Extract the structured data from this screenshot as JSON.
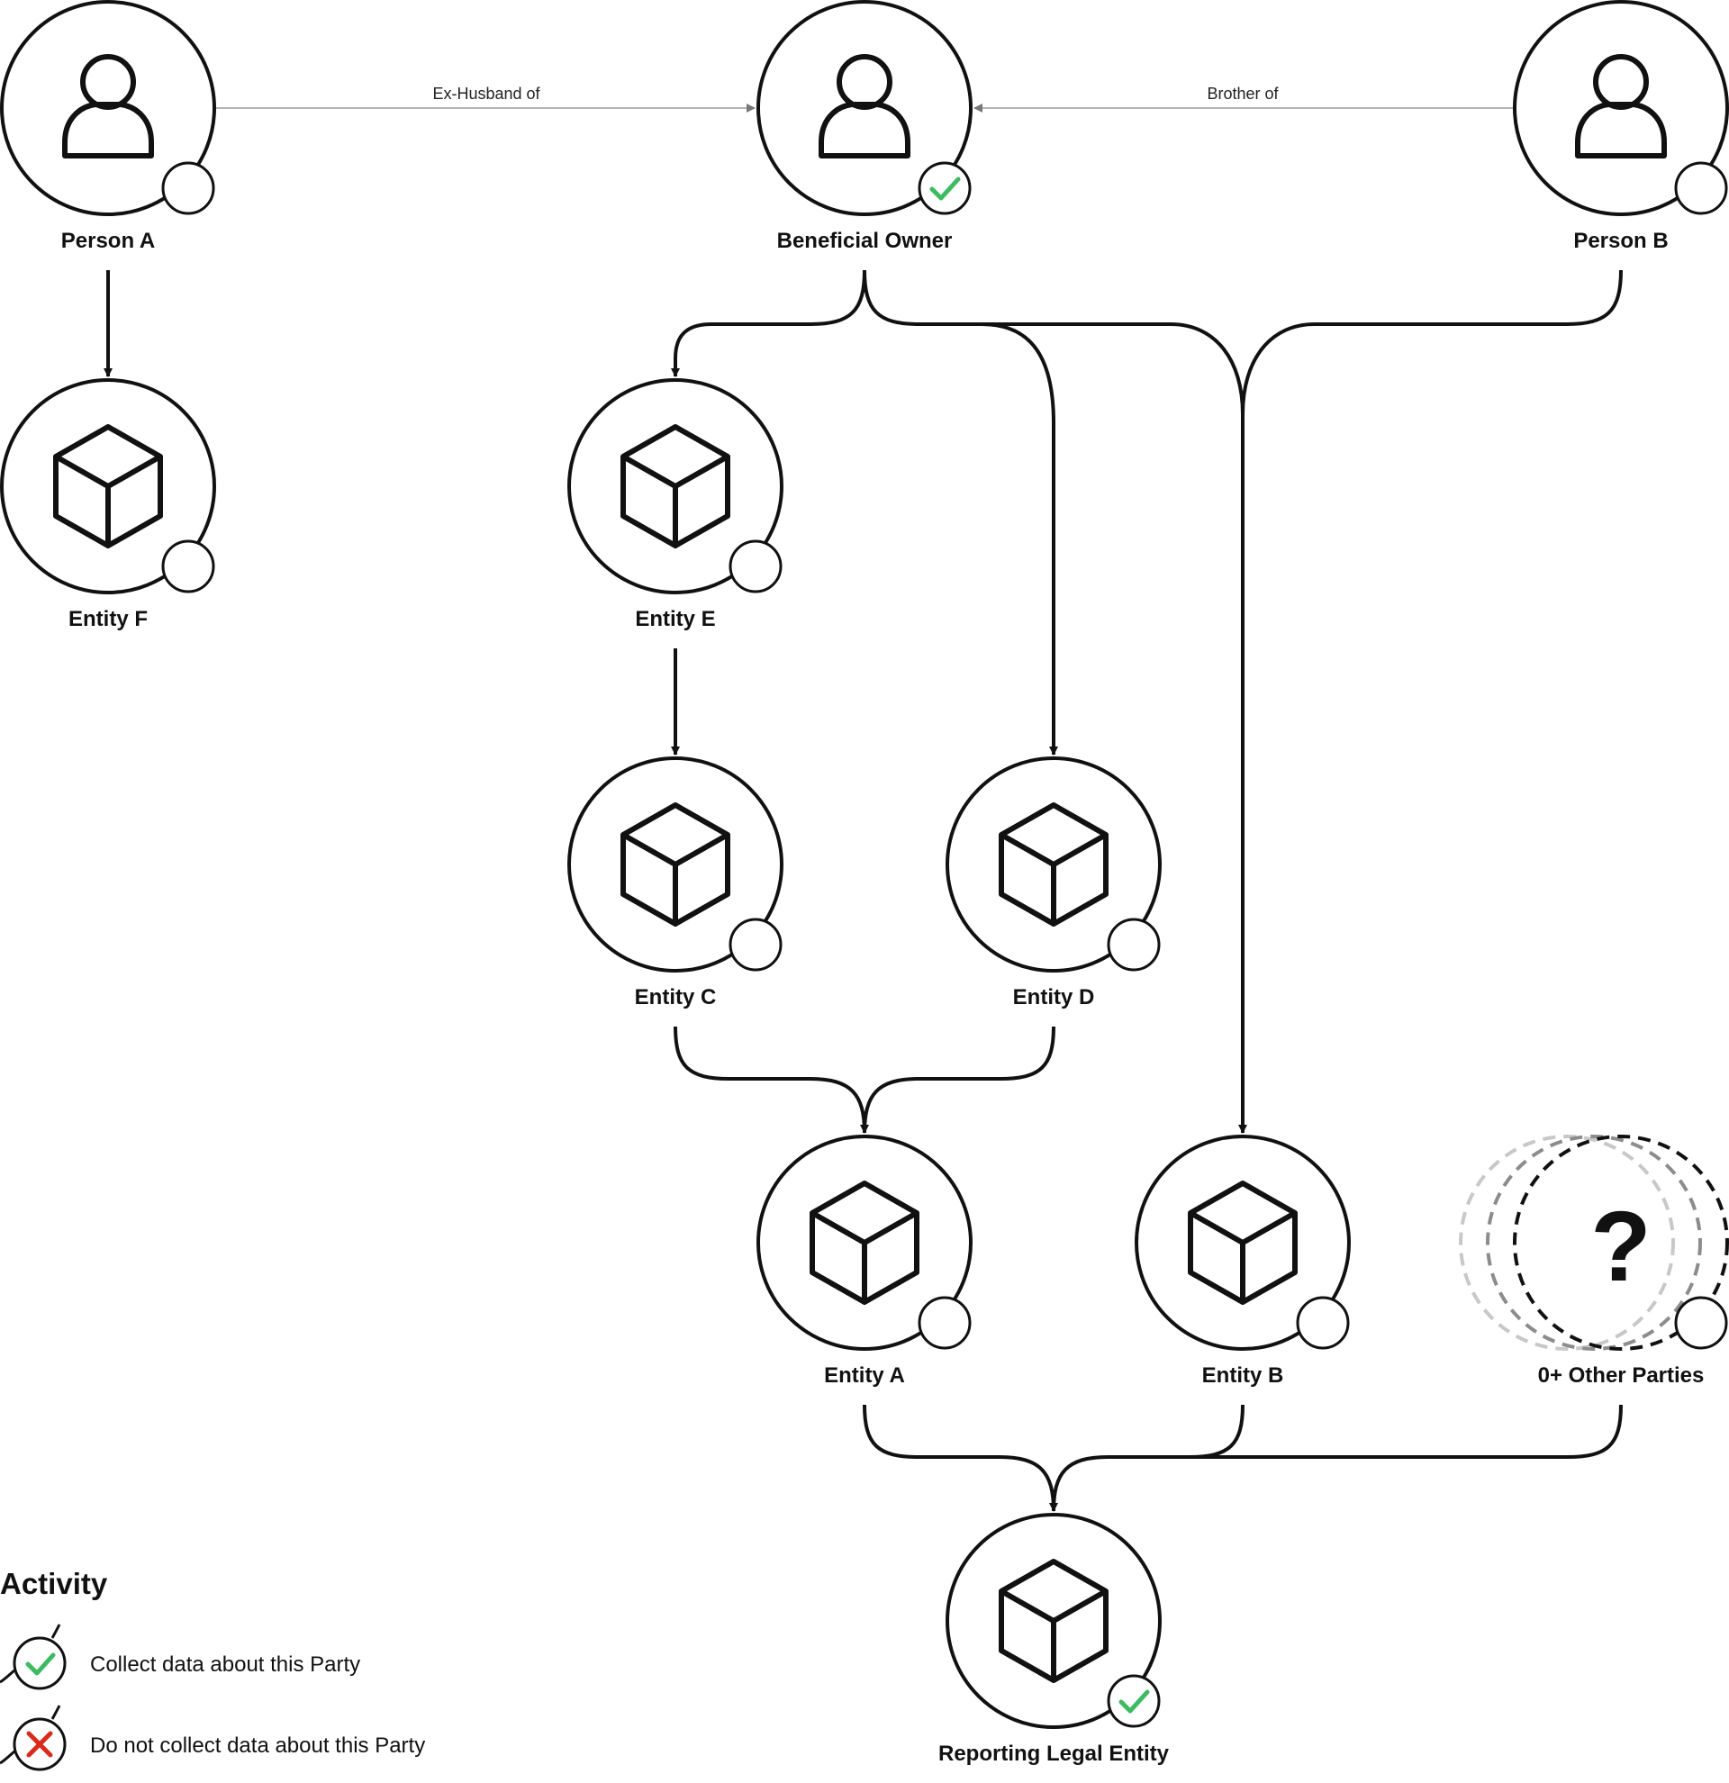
{
  "nodes": {
    "person_a": {
      "label": "Person A",
      "kind": "person",
      "status": "none"
    },
    "beneficial_owner": {
      "label": "Beneficial Owner",
      "kind": "person",
      "status": "collect"
    },
    "person_b": {
      "label": "Person B",
      "kind": "person",
      "status": "none"
    },
    "entity_f": {
      "label": "Entity F",
      "kind": "entity",
      "status": "none"
    },
    "entity_e": {
      "label": "Entity E",
      "kind": "entity",
      "status": "none"
    },
    "entity_c": {
      "label": "Entity C",
      "kind": "entity",
      "status": "none"
    },
    "entity_d": {
      "label": "Entity D",
      "kind": "entity",
      "status": "none"
    },
    "entity_a": {
      "label": "Entity A",
      "kind": "entity",
      "status": "none"
    },
    "entity_b": {
      "label": "Entity B",
      "kind": "entity",
      "status": "none"
    },
    "other_parties": {
      "label": "0+ Other Parties",
      "kind": "unknown",
      "status": "none"
    },
    "reporting_entity": {
      "label": "Reporting Legal Entity",
      "kind": "entity",
      "status": "collect"
    }
  },
  "relations": {
    "ex_husband": "Ex-Husband of",
    "brother": "Brother of"
  },
  "unknown_symbol": "?",
  "legend": {
    "title": "Activity",
    "items": [
      {
        "icon": "check-icon",
        "text": "Collect data about this Party"
      },
      {
        "icon": "cross-icon",
        "text": "Do not collect data about this Party"
      }
    ]
  },
  "colors": {
    "line": "#111111",
    "check": "#3dbb61",
    "cross": "#d92b1c",
    "relation_line": "#9a9a9a"
  }
}
